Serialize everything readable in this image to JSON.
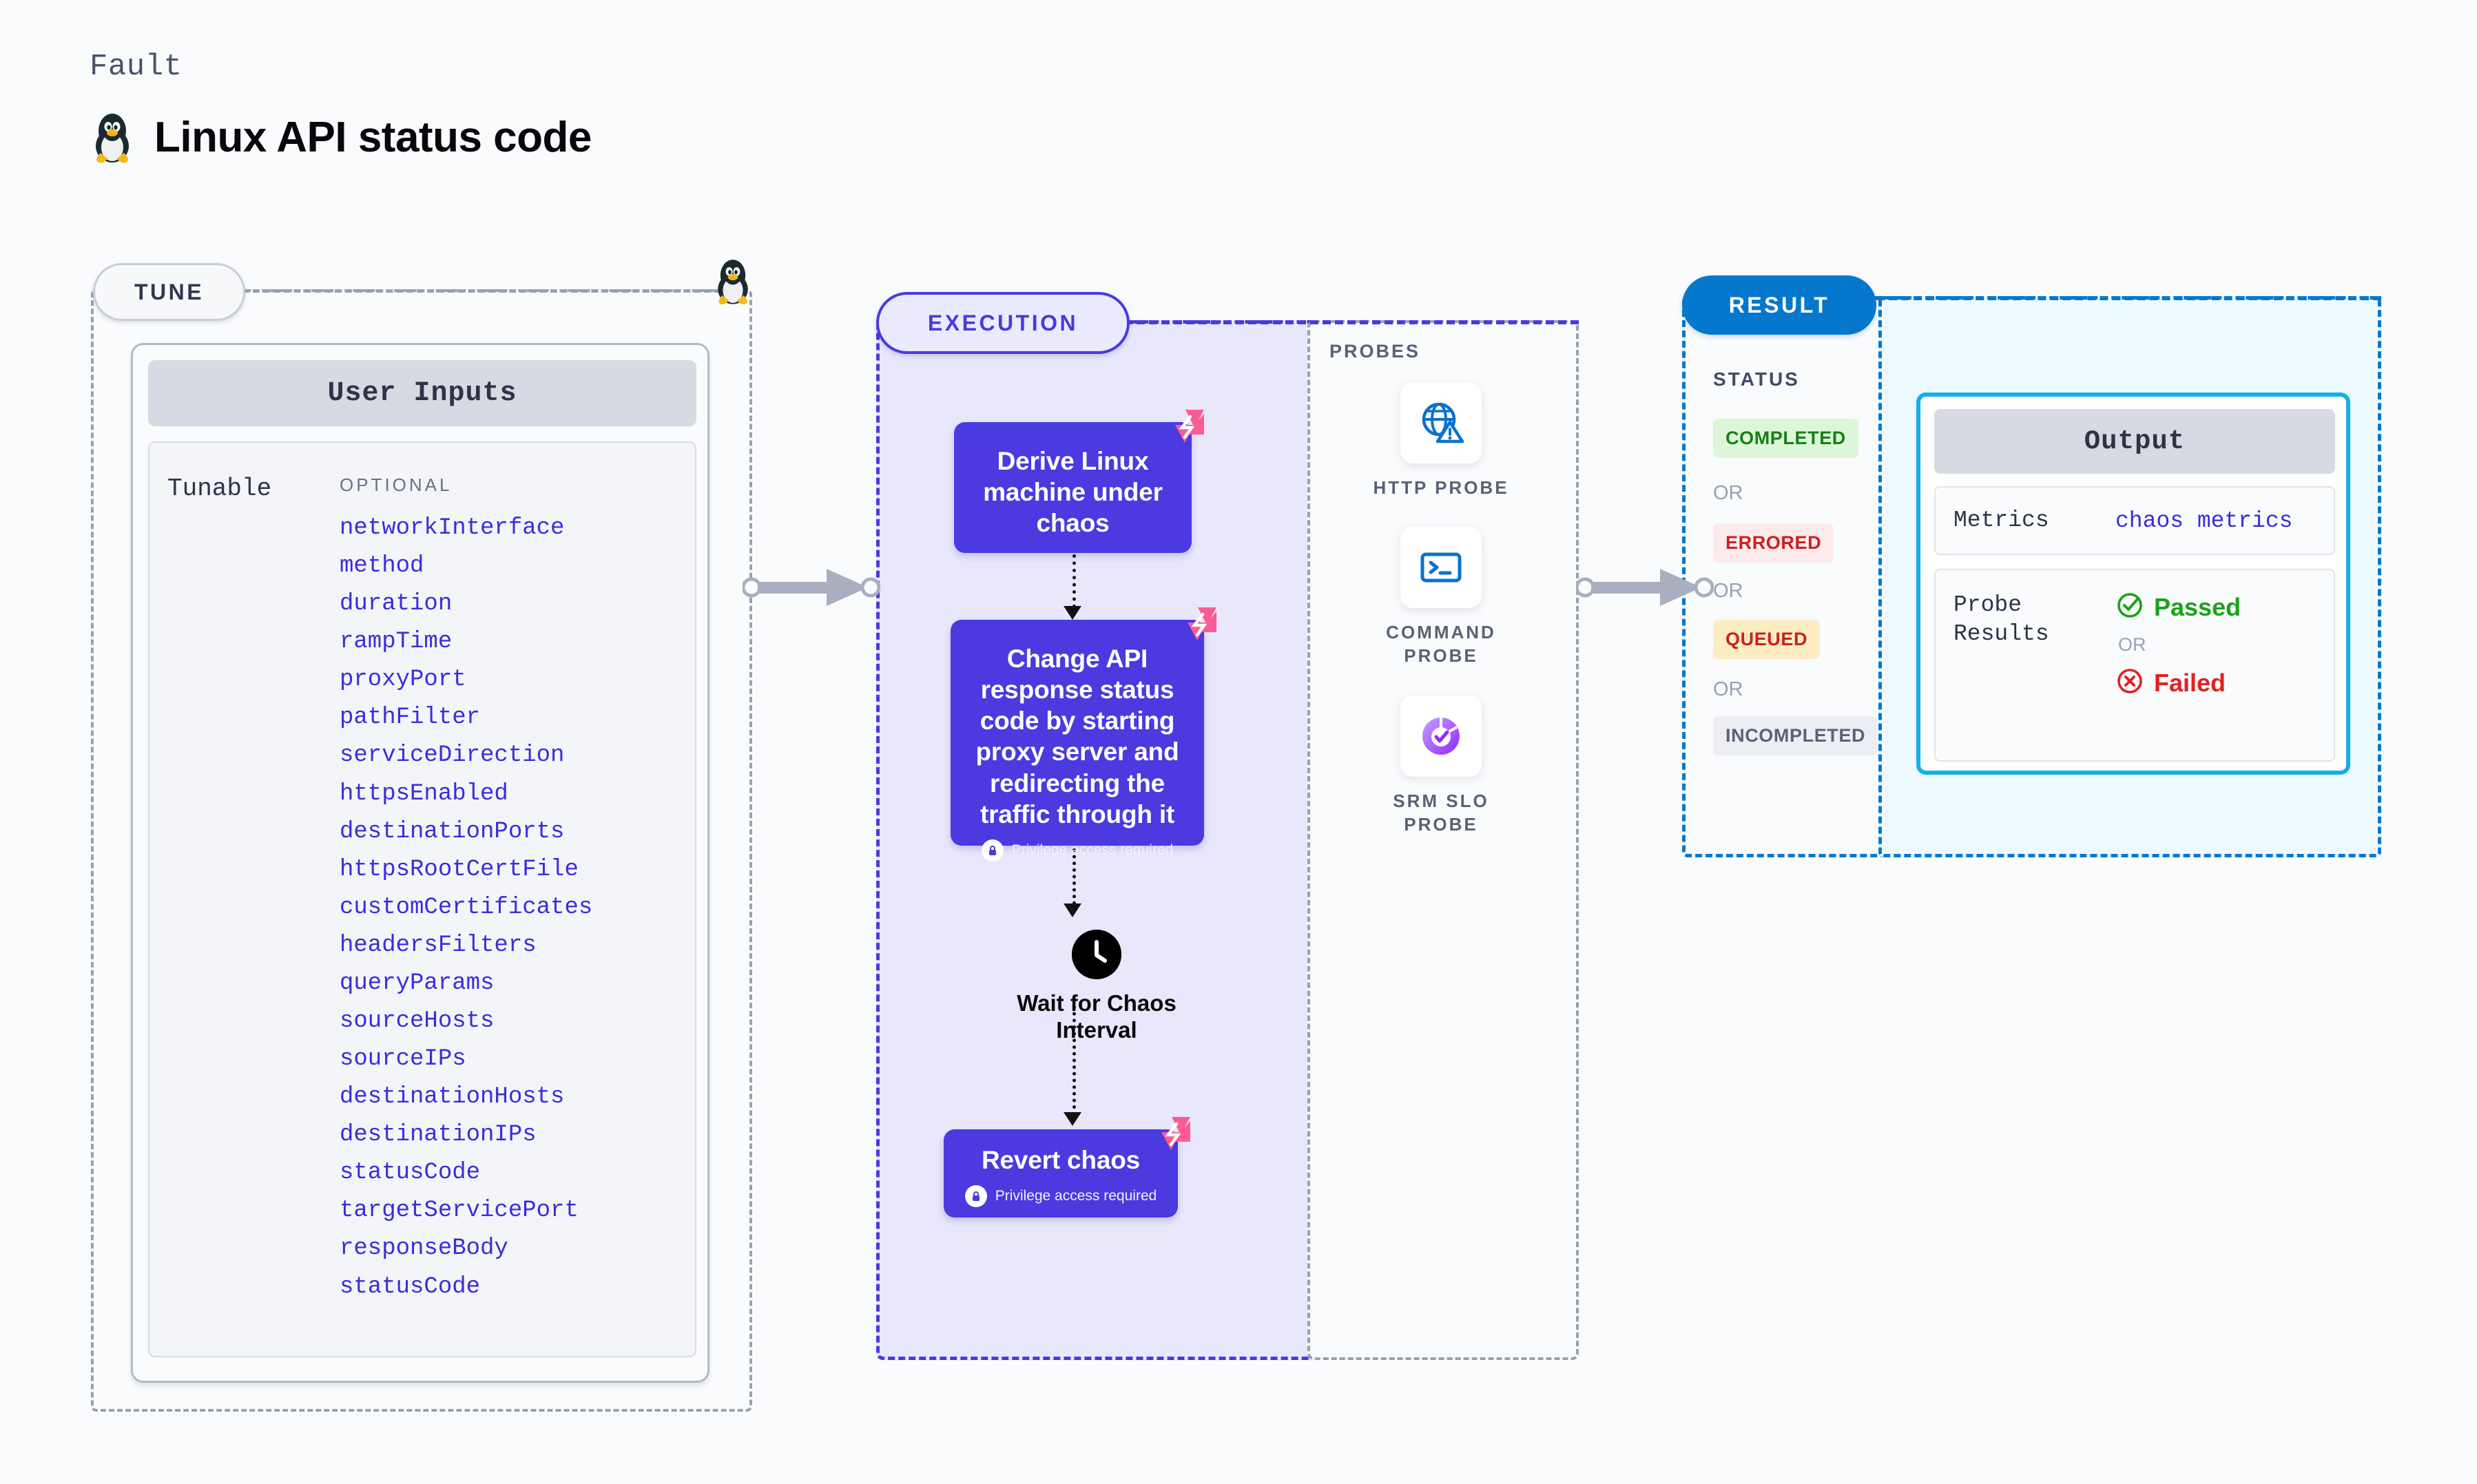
{
  "header": {
    "kicker": "Fault",
    "title": "Linux API status code",
    "icon": "linux-penguin-icon"
  },
  "stages": {
    "tune": {
      "label": "TUNE"
    },
    "execution": {
      "label": "EXECUTION"
    },
    "result": {
      "label": "RESULT"
    }
  },
  "tune": {
    "card_title": "User Inputs",
    "group_label": "Tunable",
    "optional_label": "OPTIONAL",
    "parameters": [
      "networkInterface",
      "method",
      "duration",
      "rampTime",
      "proxyPort",
      "pathFilter",
      "serviceDirection",
      "httpsEnabled",
      "destinationPorts",
      "httpsRootCertFile",
      "customCertificates",
      "headersFilters",
      "queryParams",
      "sourceHosts",
      "sourceIPs",
      "destinationHosts",
      "destinationIPs",
      "statusCode",
      "targetServicePort",
      "responseBody",
      "statusCode"
    ]
  },
  "execution": {
    "nodes": [
      {
        "title": "Derive Linux machine under chaos",
        "privilege": ""
      },
      {
        "title": "Change API response status code by starting proxy server and redirecting the traffic through it",
        "privilege": "Privilege access required"
      },
      {
        "title": "Wait for Chaos Interval",
        "privilege": ""
      },
      {
        "title": "Revert chaos",
        "privilege": "Privilege access required"
      }
    ],
    "privilege_text": "Privilege access required"
  },
  "probes": {
    "title": "PROBES",
    "items": [
      {
        "name": "HTTP PROBE",
        "icon": "globe-warning-icon"
      },
      {
        "name": "COMMAND PROBE",
        "icon": "terminal-icon"
      },
      {
        "name": "SRM SLO PROBE",
        "icon": "slo-donut-check-icon"
      }
    ]
  },
  "result": {
    "status_title": "STATUS",
    "or_label": "OR",
    "statuses": [
      {
        "label": "COMPLETED",
        "bg": "#ddf6d8",
        "fg": "#168016"
      },
      {
        "label": "ERRORED",
        "bg": "#fdebeb",
        "fg": "#cc2020"
      },
      {
        "label": "QUEUED",
        "bg": "#fcedc3",
        "fg": "#cc2020"
      },
      {
        "label": "INCOMPLETED",
        "bg": "#eceef4",
        "fg": "#5b6176"
      }
    ]
  },
  "output": {
    "card_title": "Output",
    "metrics_key": "Metrics",
    "metrics_value": "chaos metrics",
    "probe_results_key": "Probe Results",
    "passed_label": "Passed",
    "failed_label": "Failed",
    "or_label": "OR"
  },
  "colors": {
    "accent_purple": "#4a3ae0",
    "accent_blue": "#0578ce",
    "output_border": "#14b0e8",
    "param_text": "#3a2ddb",
    "pink_badge": "#fb5c93"
  }
}
